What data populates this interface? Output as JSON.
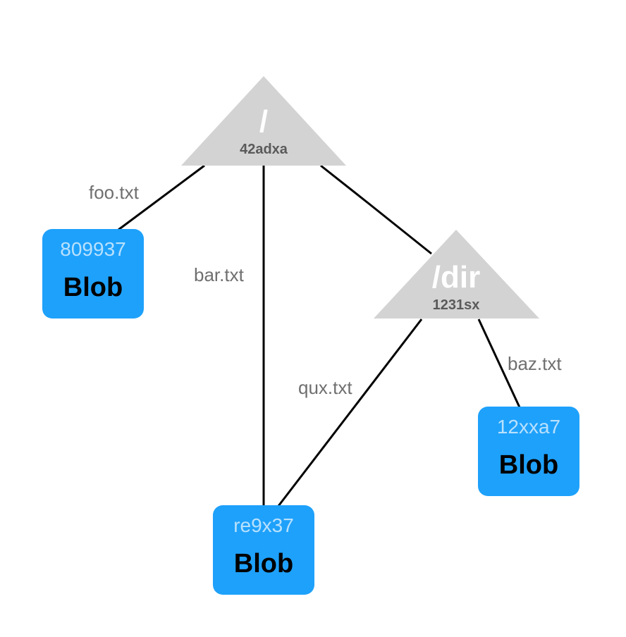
{
  "trees": [
    {
      "id": "root",
      "name": "/",
      "hash": "42adxa"
    },
    {
      "id": "dir",
      "name": "/dir",
      "hash": "1231sx"
    }
  ],
  "blobs": [
    {
      "id": "foo",
      "hash": "809937",
      "type": "Blob"
    },
    {
      "id": "re9",
      "hash": "re9x37",
      "type": "Blob"
    },
    {
      "id": "x12",
      "hash": "12xxa7",
      "type": "Blob"
    }
  ],
  "edges": [
    {
      "from": "root",
      "to": "foo",
      "label": "foo.txt"
    },
    {
      "from": "root",
      "to": "re9",
      "label": "bar.txt"
    },
    {
      "from": "root",
      "to": "dir",
      "label": ""
    },
    {
      "from": "dir",
      "to": "re9",
      "label": "qux.txt"
    },
    {
      "from": "dir",
      "to": "x12",
      "label": "baz.txt"
    }
  ],
  "colors": {
    "blob_fill": "#1ea1fb",
    "blob_hash_text": "#b9e1fd",
    "tree_fill": "#d3d3d3",
    "tree_name_text": "#ffffff",
    "tree_hash_text": "#5a5a5a",
    "edge": "#000000",
    "edge_label": "#6f6f6f"
  }
}
